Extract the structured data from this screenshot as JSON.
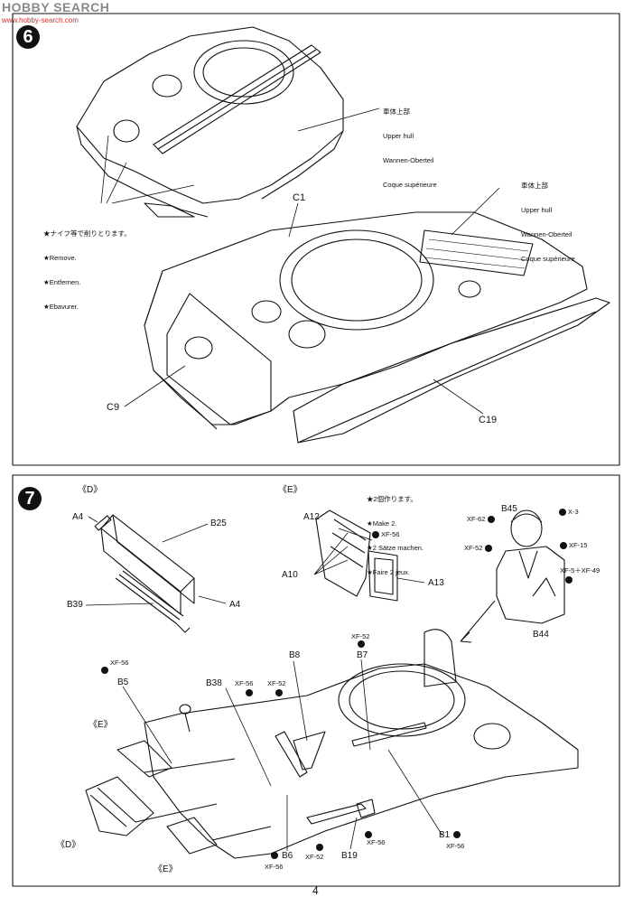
{
  "watermark": {
    "title": "HOBBY SEARCH",
    "sub": "www.hobby-search.com"
  },
  "step6": {
    "number": "6",
    "hull_callout_1": {
      "jp": "車体上部",
      "en": "Upper hull",
      "de": "Wannen-Oberteil",
      "fr": "Coque supérieure"
    },
    "hull_callout_2": {
      "jp": "車体上部",
      "en": "Upper hull",
      "de": "Wannen-Oberteil",
      "fr": "Coque supérieure"
    },
    "knife_note": {
      "jp": "★ナイフ等で削りとります。",
      "en": "★Remove.",
      "de": "★Entfernen.",
      "fr": "★Ebavurer."
    },
    "parts": {
      "c1": "C1",
      "c9": "C9",
      "c19": "C19"
    }
  },
  "step7": {
    "number": "7",
    "view_d_top": "《D》",
    "view_e_top": "《E》",
    "make2_note": {
      "jp": "★2個作ります。",
      "en": "★Make 2.",
      "de": "★2 Sätze machen.",
      "fr": "★Faire 2 jeux."
    },
    "parts": {
      "a4_1": "A4",
      "a4_2": "A4",
      "b25": "B25",
      "b39": "B39",
      "a12": "A12",
      "a10": "A10",
      "a13": "A13",
      "b45": "B45",
      "b44": "B44",
      "b8": "B8",
      "b7": "B7",
      "b5": "B5",
      "b38": "B38",
      "b1": "B1",
      "b6": "B6",
      "b19": "B19"
    },
    "paints": {
      "xf56_a": "XF-56",
      "xf62": "XF-62",
      "x3": "X-3",
      "xf52_fig": "XF-52",
      "xf15": "XF-15",
      "xf5_49": "XF-5＋XF-49",
      "xf52_b7": "XF-52",
      "xf56_b5": "XF-56",
      "xf56_b38": "XF-56",
      "xf52_b38": "XF-52",
      "xf56_b1": "XF-56",
      "xf56_b6": "XF-56",
      "xf52_b6": "XF-52",
      "xf56_b19": "XF-56"
    },
    "sub_labels": {
      "e_left": "《E》",
      "d_left": "《D》",
      "e_bottom": "《E》"
    }
  },
  "page_number": "4"
}
